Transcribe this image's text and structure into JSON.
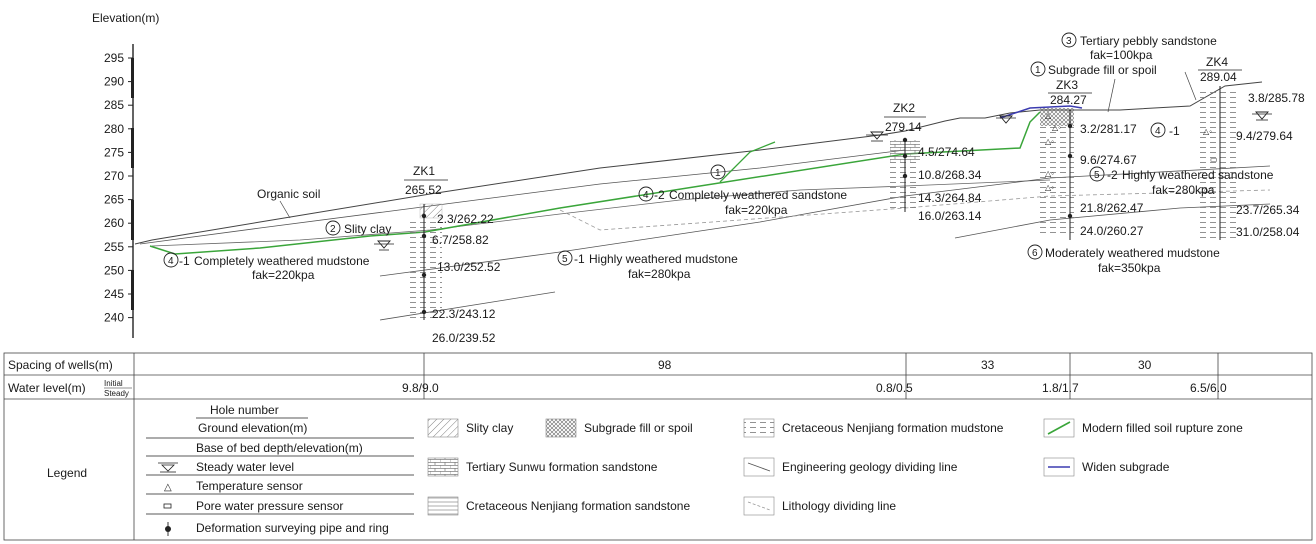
{
  "axis": {
    "title": "Elevation(m)",
    "ticks": [
      "295",
      "290",
      "285",
      "280",
      "275",
      "270",
      "265",
      "260",
      "255",
      "250",
      "245",
      "240"
    ]
  },
  "boreholes": [
    {
      "id": "ZK1",
      "elev": "265.52",
      "layers": [
        "2.3/262.22",
        "6.7/258.82",
        "13.0/252.52",
        "22.3/243.12",
        "26.0/239.52"
      ]
    },
    {
      "id": "ZK2",
      "elev": "279.14",
      "layers": [
        "4.5/274.64",
        "10.8/268.34",
        "14.3/264.84",
        "16.0/263.14"
      ]
    },
    {
      "id": "ZK3",
      "elev": "284.27",
      "layers": [
        "3.2/281.17",
        "9.6/274.67",
        "21.8/262.47",
        "24.0/260.27"
      ]
    },
    {
      "id": "ZK4",
      "elev": "289.04",
      "layers": [
        "3.8/285.78",
        "9.4/279.64",
        "23.7/265.34",
        "31.0/258.04"
      ]
    }
  ],
  "strata_labels": {
    "organic_soil": "Organic soil",
    "silty_clay": "Slity clay",
    "s4_1_name": "Completely weathered mudstone",
    "s4_1_fak": "fak=220kpa",
    "s4_2_name": "Completely weathered sandstone",
    "s4_2_fak": "fak=220kpa",
    "s5_1_name": "Highly weathered mudstone",
    "s5_1_fak": "fak=280kpa",
    "s5_2_name": "Highly weathered sandstone",
    "s5_2_fak": "fak=280kpa",
    "s6_name": "Moderately weathered mudstone",
    "s6_fak": "fak=350kpa",
    "s3_name": "Tertiary pebbly sandstone",
    "s3_fak": "fak=100kpa",
    "s1_name": "Subgrade fill or spoil",
    "s4_1_zk4": "-1"
  },
  "circled": {
    "c1": "1",
    "c2": "2",
    "c3": "3",
    "c4": "4",
    "c5": "5",
    "c6": "6"
  },
  "table": {
    "spacing_label": "Spacing of wells(m)",
    "spacing_values": [
      "98",
      "33",
      "30"
    ],
    "water_label": "Water level(m)",
    "water_initial": "Initial",
    "water_steady": "Steady",
    "water_values": [
      "9.8/9.0",
      "0.8/0.5",
      "1.8/1.7",
      "6.5/6.0"
    ],
    "legend_label": "Legend"
  },
  "legend": {
    "hole_number": "Hole number",
    "ground_elevation": "Ground elevation(m)",
    "base_of_bed": "Base of bed depth/elevation(m)",
    "steady_water": "Steady water level",
    "temp_sensor": "Temperature sensor",
    "pore_sensor": "Pore water pressure sensor",
    "deformation": "Deformation surveying pipe and ring",
    "silty_clay": "Slity clay",
    "subgrade_fill": "Subgrade fill or spoil",
    "nenjiang_mudstone": "Cretaceous Nenjiang formation mudstone",
    "rupture_zone": "Modern filled soil rupture zone",
    "sunwu_sandstone": "Tertiary Sunwu formation sandstone",
    "eng_geology_line": "Engineering geology dividing line",
    "widen_subgrade": "Widen subgrade",
    "nenjiang_sandstone": "Cretaceous Nenjiang formation sandstone",
    "lithology_line": "Lithology dividing line"
  },
  "colors": {
    "rupture": "#3aa53a",
    "widen": "#3b3bb0",
    "line": "#555555"
  }
}
